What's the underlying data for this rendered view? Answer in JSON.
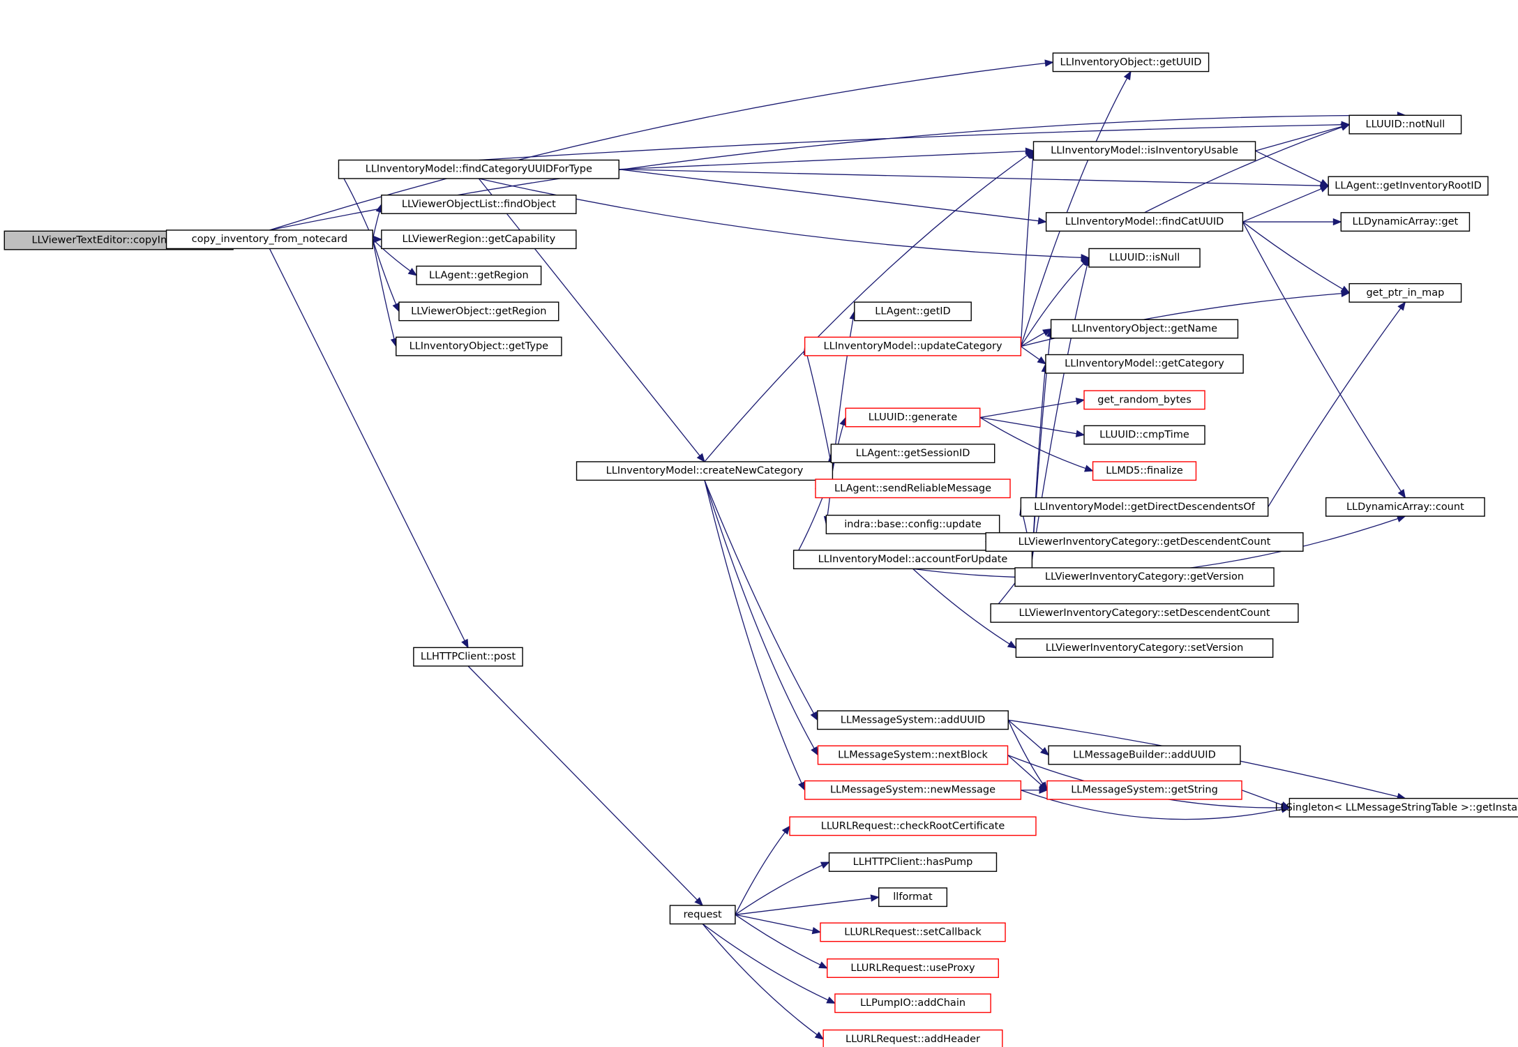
{
  "colors": {
    "edge": "#191970",
    "root_fill": "#bfbfbf",
    "red_border": "#ff0000",
    "black_border": "#000000"
  },
  "nodes": {
    "n_root": {
      "label": "LLViewerTextEditor::copyInventory",
      "style": "root"
    },
    "n_copy": {
      "label": "copy_inventory_from_notecard",
      "style": "black"
    },
    "n_find": {
      "label": "LLInventoryModel::findCategoryUUIDForType",
      "style": "black"
    },
    "n_findobj": {
      "label": "LLViewerObjectList::findObject",
      "style": "black"
    },
    "n_getcap": {
      "label": "LLViewerRegion::getCapability",
      "style": "black"
    },
    "n_agreg": {
      "label": "LLAgent::getRegion",
      "style": "black"
    },
    "n_vogreg": {
      "label": "LLViewerObject::getRegion",
      "style": "black"
    },
    "n_gettype": {
      "label": "LLInventoryObject::getType",
      "style": "black"
    },
    "n_post": {
      "label": "LLHTTPClient::post",
      "style": "black"
    },
    "n_create": {
      "label": "LLInventoryModel::createNewCategory",
      "style": "black"
    },
    "n_request": {
      "label": "request",
      "style": "black"
    },
    "n_getid": {
      "label": "LLAgent::getID",
      "style": "black"
    },
    "n_update": {
      "label": "LLInventoryModel::updateCategory",
      "style": "red"
    },
    "n_gen": {
      "label": "LLUUID::generate",
      "style": "red"
    },
    "n_sess": {
      "label": "LLAgent::getSessionID",
      "style": "black"
    },
    "n_send": {
      "label": "LLAgent::sendReliableMessage",
      "style": "red"
    },
    "n_indra": {
      "label": "indra::base::config::update",
      "style": "black"
    },
    "n_account": {
      "label": "LLInventoryModel::accountForUpdate",
      "style": "black"
    },
    "n_adduuid": {
      "label": "LLMessageSystem::addUUID",
      "style": "black"
    },
    "n_nextblock": {
      "label": "LLMessageSystem::nextBlock",
      "style": "red"
    },
    "n_newmsg": {
      "label": "LLMessageSystem::newMessage",
      "style": "red"
    },
    "n_checkroot": {
      "label": "LLURLRequest::checkRootCertificate",
      "style": "red"
    },
    "n_haspump": {
      "label": "LLHTTPClient::hasPump",
      "style": "black"
    },
    "n_llformat": {
      "label": "llformat",
      "style": "black"
    },
    "n_setcb": {
      "label": "LLURLRequest::setCallback",
      "style": "red"
    },
    "n_useproxy": {
      "label": "LLURLRequest::useProxy",
      "style": "red"
    },
    "n_addchain": {
      "label": "LLPumpIO::addChain",
      "style": "red"
    },
    "n_addheader": {
      "label": "LLURLRequest::addHeader",
      "style": "red"
    },
    "n_getuuid": {
      "label": "LLInventoryObject::getUUID",
      "style": "black"
    },
    "n_isusable": {
      "label": "LLInventoryModel::isInventoryUsable",
      "style": "black"
    },
    "n_findcat": {
      "label": "LLInventoryModel::findCatUUID",
      "style": "black"
    },
    "n_isnull": {
      "label": "LLUUID::isNull",
      "style": "black"
    },
    "n_getname": {
      "label": "LLInventoryObject::getName",
      "style": "black"
    },
    "n_getcat": {
      "label": "LLInventoryModel::getCategory",
      "style": "black"
    },
    "n_randbytes": {
      "label": "get_random_bytes",
      "style": "red"
    },
    "n_cmptime": {
      "label": "LLUUID::cmpTime",
      "style": "black"
    },
    "n_md5": {
      "label": "LLMD5::finalize",
      "style": "red"
    },
    "n_getdirect": {
      "label": "LLInventoryModel::getDirectDescendentsOf",
      "style": "black"
    },
    "n_getdesc": {
      "label": "LLViewerInventoryCategory::getDescendentCount",
      "style": "black"
    },
    "n_getver": {
      "label": "LLViewerInventoryCategory::getVersion",
      "style": "black"
    },
    "n_setdesc": {
      "label": "LLViewerInventoryCategory::setDescendentCount",
      "style": "black"
    },
    "n_setver": {
      "label": "LLViewerInventoryCategory::setVersion",
      "style": "black"
    },
    "n_mbadduuid": {
      "label": "LLMessageBuilder::addUUID",
      "style": "black"
    },
    "n_getstring": {
      "label": "LLMessageSystem::getString",
      "style": "red"
    },
    "n_notnull": {
      "label": "LLUUID::notNull",
      "style": "black"
    },
    "n_rootid": {
      "label": "LLAgent::getInventoryRootID",
      "style": "black"
    },
    "n_dynget": {
      "label": "LLDynamicArray::get",
      "style": "black"
    },
    "n_ptrmap": {
      "label": "get_ptr_in_map",
      "style": "black"
    },
    "n_dyncount": {
      "label": "LLDynamicArray::count",
      "style": "black"
    },
    "n_singleton": {
      "label": "LLSingleton< LLMessageStringTable >::getInstance",
      "style": "black"
    }
  }
}
